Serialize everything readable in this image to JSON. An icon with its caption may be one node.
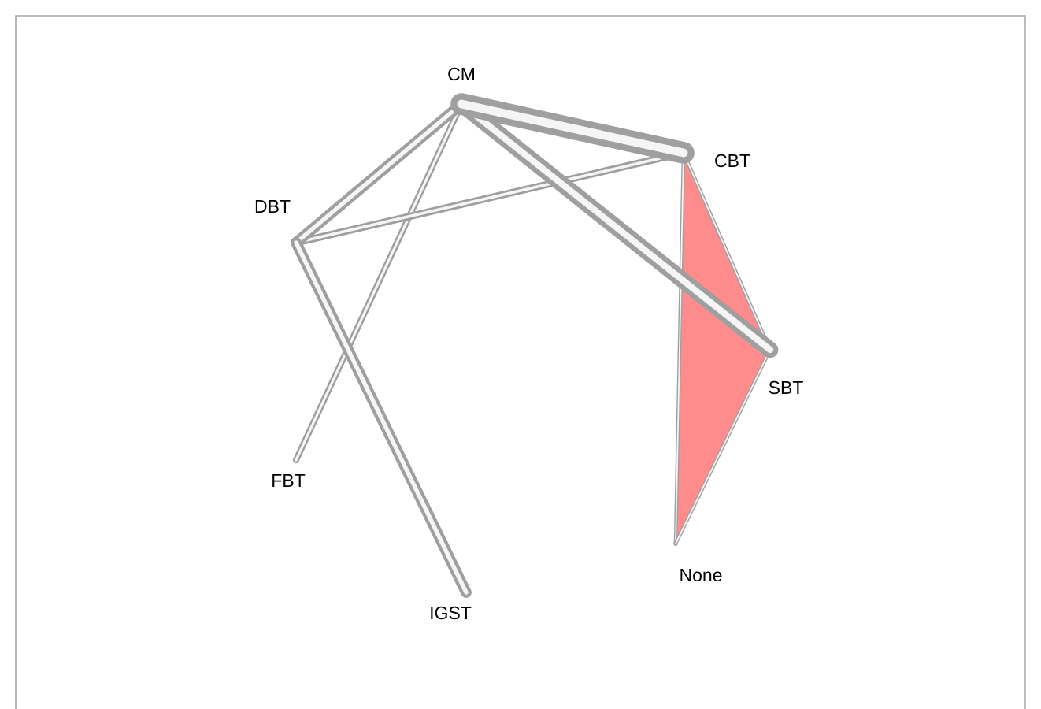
{
  "diagram": {
    "nodes": [
      {
        "text": [
          "CM"
        ]
      },
      {
        "text": [
          "CBT"
        ]
      },
      {
        "text": [
          "DBT"
        ]
      },
      {
        "text": [
          "SBT"
        ]
      },
      {
        "text": [
          "FBT"
        ]
      },
      {
        "text": [
          "None"
        ]
      },
      {
        "text": [
          "IGST"
        ]
      }
    ],
    "edges": [
      {
        "from": 0,
        "to": 1,
        "arrow": "none",
        "style": "thick"
      },
      {
        "from": 0,
        "to": 3,
        "arrow": "none",
        "style": "thick"
      },
      {
        "from": 0,
        "to": 2,
        "arrow": "none"
      },
      {
        "from": 0,
        "to": 4,
        "arrow": "none"
      },
      {
        "from": 2,
        "to": 1,
        "arrow": "none"
      },
      {
        "from": 2,
        "to": 6,
        "arrow": "none"
      },
      {
        "from": 1,
        "to": 5,
        "arrow": "none"
      },
      {
        "from": 1,
        "to": 3,
        "arrow": "none"
      },
      {
        "from": 3,
        "to": 5,
        "arrow": "none"
      }
    ]
  }
}
